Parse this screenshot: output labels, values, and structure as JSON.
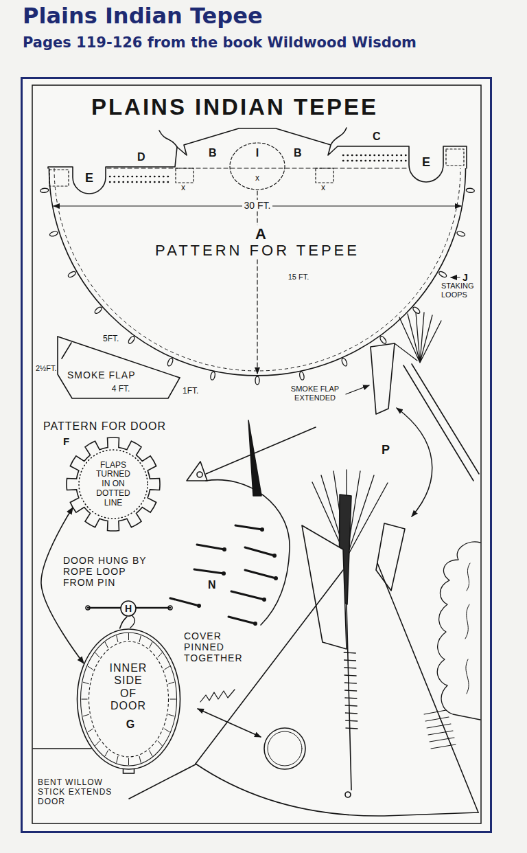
{
  "diagram": {
    "title": "Plains Indian Tepee",
    "caption": "Pages 119-126 from the book Wildwood Wisdom",
    "nodes": [
      {
        "text": [
          "30 FT.",
          "A",
          "PATTERN FOR TEPEE",
          "15 FT."
        ]
      },
      {
        "text": [
          "SMOKE FLAP",
          "4 FT."
        ]
      },
      {
        "text": [
          "FLAPS TURNED IN ON DOTTED LINE"
        ]
      },
      {
        "text": [
          "H"
        ]
      },
      {
        "text": [
          "INNER SIDE OF DOOR",
          "G"
        ]
      }
    ],
    "edges": [
      {
        "from": 2,
        "to": 4,
        "arrow": "both"
      },
      {
        "from": 3,
        "to": 4,
        "arrow": "none"
      }
    ],
    "labels": [
      "PLAINS INDIAN TEPEE",
      "D",
      "B",
      "B",
      "C",
      "E",
      "E",
      "I",
      "x",
      "x",
      "x",
      "J",
      "STAKING LOOPS",
      "5FT.",
      "2½FT.",
      "1FT.",
      "SMOKE FLAP EXTENDED",
      "P",
      "PATTERN FOR DOOR",
      "F",
      "DOOR HUNG BY ROPE LOOP FROM PIN",
      "N",
      "COVER PINNED TOGETHER",
      "BENT WILLOW STICK EXTENDS DOOR"
    ]
  }
}
